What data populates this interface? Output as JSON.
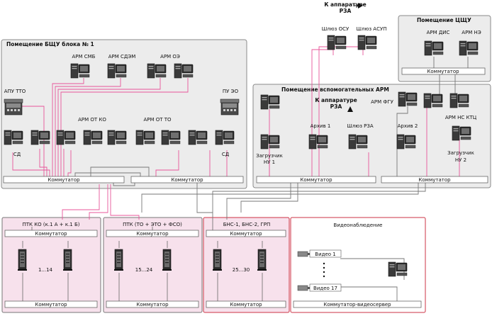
{
  "rooms": {
    "bshu": "Помещение БЩУ блока № 1",
    "tsshu": "Помещение ЦЩУ",
    "aux": "Помещение вспомогательных АРМ",
    "video": "Видеонаблюдение"
  },
  "top_arrow": {
    "line1": "К аппаратуре",
    "line2": "РЗА"
  },
  "aux_arrow": {
    "line1": "К аппаратуре",
    "line2": "РЗА"
  },
  "labels": {
    "gw_osu": "Шлюз ОСУ",
    "gw_asup": "Шлюз АСУП",
    "arm_dis": "АРМ ДИС",
    "arm_ne": "АРМ НЭ",
    "arm_smb": "АРМ СМБ",
    "arm_sdem": "АРМ СДЭМ",
    "arm_oe": "АРМ ОЭ",
    "apu_tto": "АПУ ТТО",
    "pu_eo": "ПУ ЭО",
    "arm_ot_ko": "АРМ ОТ КО",
    "arm_ot_to": "АРМ ОТ ТО",
    "sd_left": "СД",
    "sd_right": "СД",
    "loader1_l1": "Загрузчик",
    "loader1_l2": "НУ 1",
    "archive1": "Архив 1",
    "gw_rza": "Шлюз РЗА",
    "arm_fgu": "АРМ ФГУ",
    "archive2": "Архив 2",
    "arm_ns_ktts": "АРМ НС КТЦ",
    "loader2_l1": "Загрузчик",
    "loader2_l2": "НУ 2"
  },
  "switch_label": "Коммутатор",
  "video_switch": "Коммутатор-видеосервер",
  "ptk": [
    {
      "title": "ПТК КО (к.1 А + к.1 Б)",
      "range": "1...14"
    },
    {
      "title": "ПТК (ТО + ЭТО + ФСО)",
      "range": "15...24"
    },
    {
      "title": "БНС-1, БНС-2, ГРП",
      "range": "25...30"
    }
  ],
  "video": {
    "first": "Видео 1",
    "last": "Видео 17"
  },
  "colors": {
    "pink_line": "#e8559a",
    "gray_line": "#777777",
    "ptk_fill": "#f7e1ec",
    "red_border": "#cc3344"
  }
}
